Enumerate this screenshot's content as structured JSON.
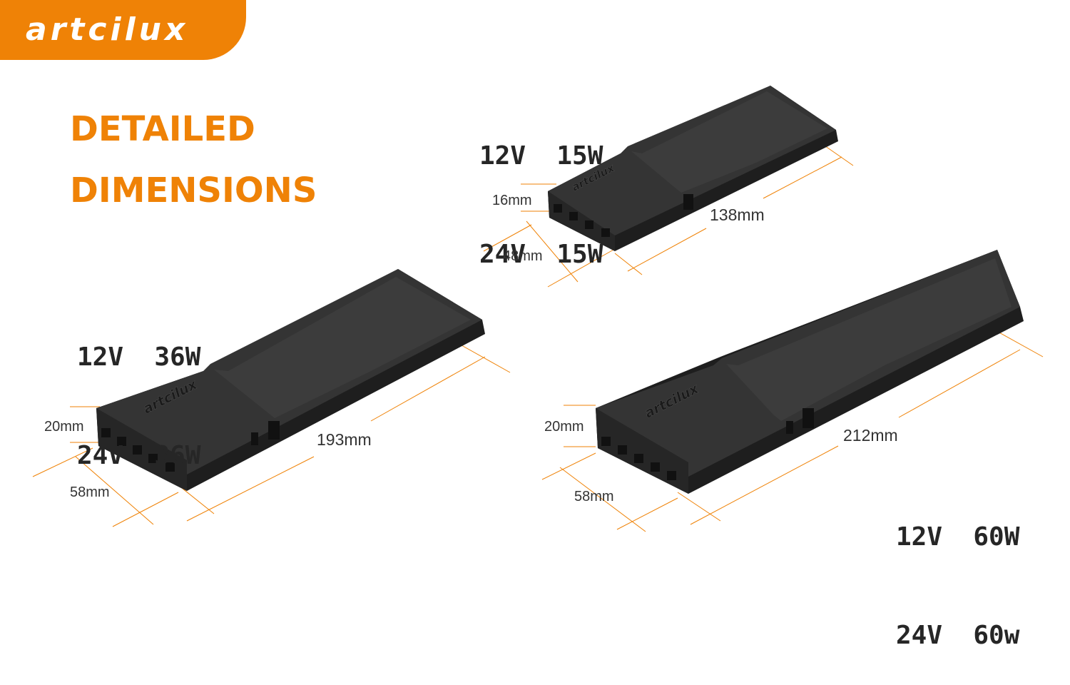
{
  "brand": {
    "logo_text": "artcilux",
    "accent_color": "#ef8206"
  },
  "headline": {
    "line1": "DETAILED",
    "line2": "DIMENSIONS"
  },
  "products": [
    {
      "id": "small",
      "spec_lines": [
        "12V  15W",
        "24V  15W"
      ],
      "height_label": "16mm",
      "width_label": "48mm",
      "length_label": "138mm",
      "housing_text": "artcilux"
    },
    {
      "id": "medium",
      "spec_lines": [
        "12V  36W",
        "24V  36W"
      ],
      "height_label": "20mm",
      "width_label": "58mm",
      "length_label": "193mm",
      "housing_text": "artcilux"
    },
    {
      "id": "large",
      "spec_lines": [
        "12V  60W",
        "24V  60w"
      ],
      "height_label": "20mm",
      "width_label": "58mm",
      "length_label": "212mm",
      "housing_text": "artcilux"
    }
  ],
  "colors": {
    "housing": "#2b2b2b",
    "housing_top": "#3a3a3a",
    "dimension_line": "#ef8206"
  }
}
